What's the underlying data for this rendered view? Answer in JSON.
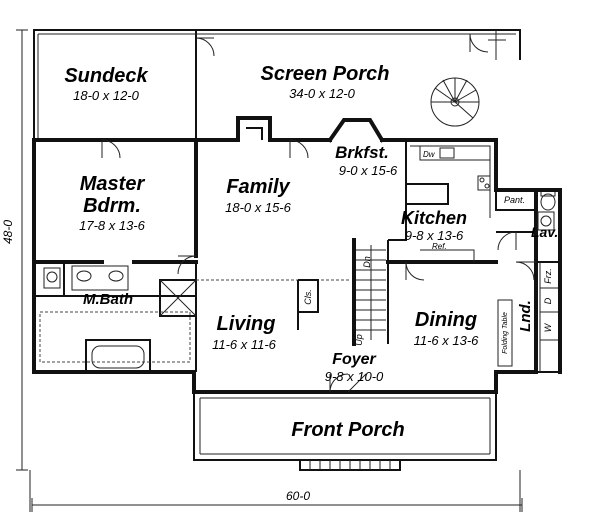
{
  "plan": {
    "overall_width": "60-0",
    "overall_depth": "48-0"
  },
  "rooms": {
    "sundeck": {
      "name": "Sundeck",
      "dims": "18-0 x 12-0"
    },
    "screen_porch": {
      "name": "Screen Porch",
      "dims": "34-0 x 12-0"
    },
    "breakfast": {
      "name": "Brkfst.",
      "dims": "9-0 x 15-6"
    },
    "master": {
      "name_line1": "Master",
      "name_line2": "Bdrm.",
      "dims": "17-8 x 13-6"
    },
    "family": {
      "name": "Family",
      "dims": "18-0 x 15-6"
    },
    "kitchen": {
      "name": "Kitchen",
      "dims": "9-8 x 13-6"
    },
    "mbath": {
      "name": "M.Bath"
    },
    "living": {
      "name": "Living",
      "dims": "11-6 x 11-6"
    },
    "dining": {
      "name": "Dining",
      "dims": "11-6 x 13-6"
    },
    "foyer": {
      "name": "Foyer",
      "dims": "9-8 x 10-0"
    },
    "front_porch": {
      "name": "Front Porch"
    }
  },
  "labels": {
    "pantry": "Pant.",
    "lav": "Lav.",
    "laundry": "Lnd.",
    "closet": "Cls.",
    "dishwasher": "Dw",
    "refrigerator": "Ref.",
    "washer": "W",
    "dryer": "D",
    "freezer": "Frz.",
    "folding_table": "Folding Table",
    "stair_dn": "Dn",
    "stair_up": "Up"
  }
}
